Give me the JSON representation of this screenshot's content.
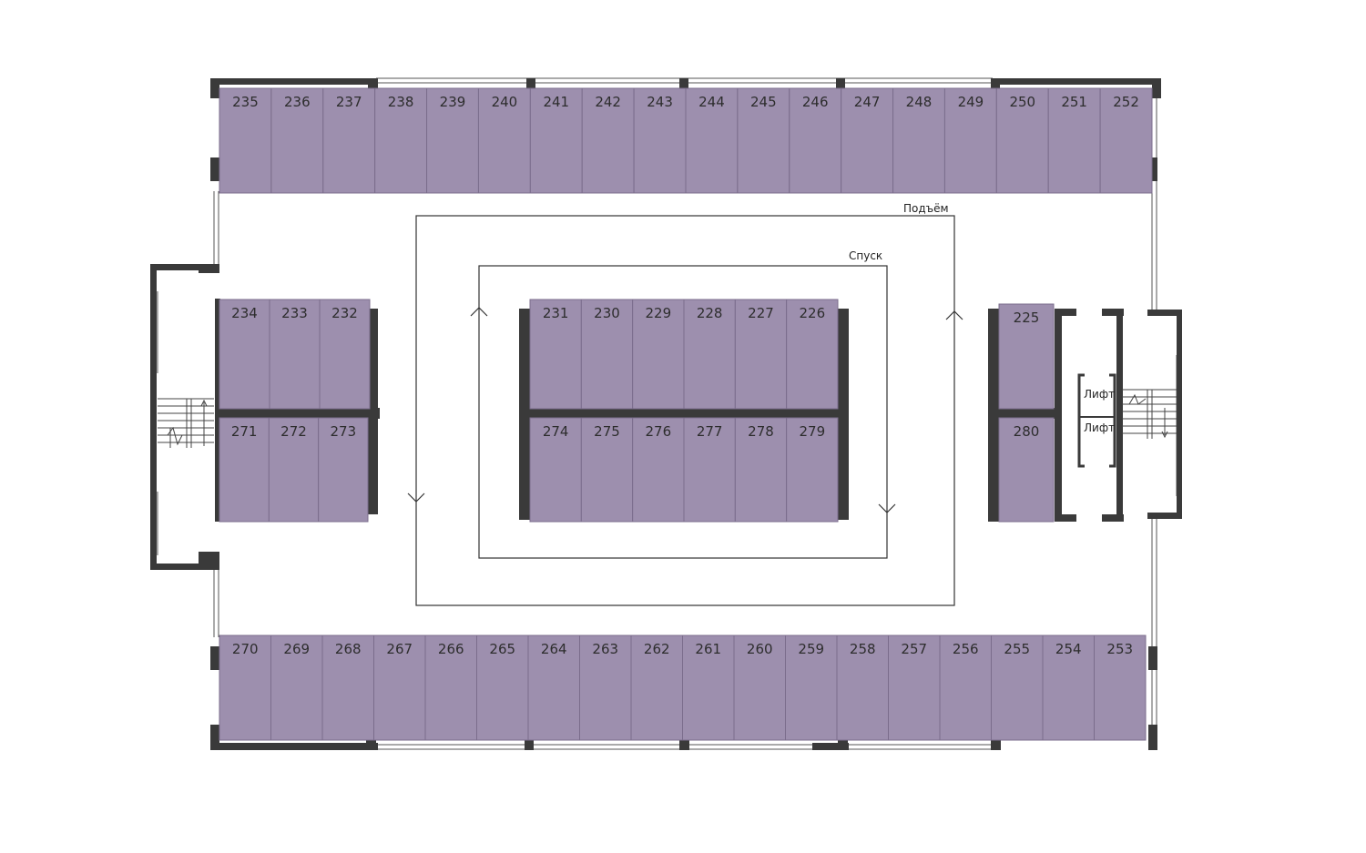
{
  "floor": {
    "ramp_up_label": "Подъём",
    "ramp_down_label": "Спуск",
    "lift_label": "Лифт"
  },
  "colors": {
    "spot_fill": "#9d8fae",
    "wall": "#3a3a3a",
    "background": "#ffffff"
  },
  "rows": {
    "top": [
      "235",
      "236",
      "237",
      "238",
      "239",
      "240",
      "241",
      "242",
      "243",
      "244",
      "245",
      "246",
      "247",
      "248",
      "249",
      "250",
      "251",
      "252"
    ],
    "bottom": [
      "270",
      "269",
      "268",
      "267",
      "266",
      "265",
      "264",
      "263",
      "262",
      "261",
      "260",
      "259",
      "258",
      "257",
      "256",
      "255",
      "254",
      "253"
    ],
    "left_upper": [
      "234",
      "233",
      "232"
    ],
    "left_lower": [
      "271",
      "272",
      "273"
    ],
    "center_upper": [
      "231",
      "230",
      "229",
      "228",
      "227",
      "226"
    ],
    "center_lower": [
      "274",
      "275",
      "276",
      "277",
      "278",
      "279"
    ],
    "right_upper": [
      "225"
    ],
    "right_lower": [
      "280"
    ]
  }
}
